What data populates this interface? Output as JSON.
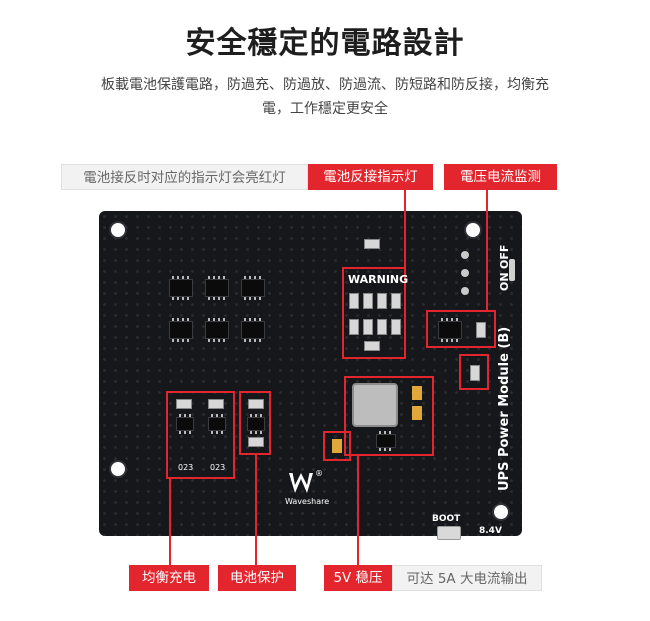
{
  "title": "安全穩定的電路設計",
  "description": {
    "line1": "板載電池保護電路，防過充、防過放、防過流、防短路和防反接，均衡充",
    "line2": "電，工作穩定更安全"
  },
  "labels": {
    "reverse_note": "電池接反时对应的指示灯会亮红灯",
    "reverse_indicator": "電池反接指示灯",
    "voltage_current_monitor": "電压电流监测",
    "balance_charge": "均衡充电",
    "battery_protection": "电池保护",
    "regulator": "5V 稳压",
    "regulator_note": "可达 5A 大电流输出"
  },
  "board": {
    "warning": "WARNING",
    "module_name": "UPS Power Module (B)",
    "on": "ON",
    "off": "OFF",
    "boot": "BOOT",
    "voltage": "8.4V",
    "brand": "Waveshare",
    "trademark": "®",
    "part_left": "023",
    "part_right": "023"
  },
  "colors": {
    "accent": "#e3262e",
    "board": "#16171a",
    "note_bg": "#f2f2f2"
  }
}
